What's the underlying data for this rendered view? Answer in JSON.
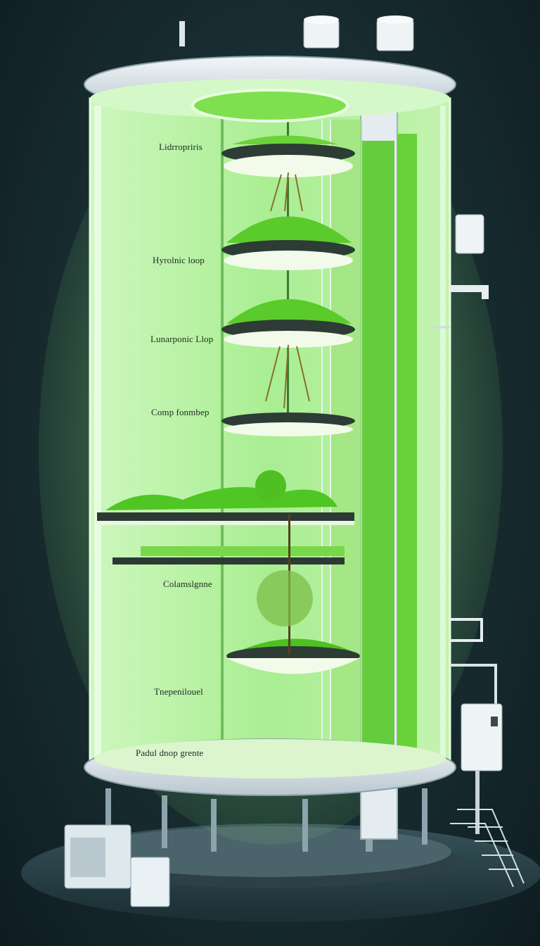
{
  "labels": [
    {
      "id": "l1",
      "text": "Lidrropriris"
    },
    {
      "id": "l2",
      "text": "Hyrolnic loop"
    },
    {
      "id": "l3",
      "text": "Lunarponic Llop"
    },
    {
      "id": "l4",
      "text": "Comp fonmbep"
    },
    {
      "id": "l5",
      "text": "Colamslgnne"
    },
    {
      "id": "l6",
      "text": "Tnepenilouel"
    },
    {
      "id": "l7",
      "text": "Padul dnop grente"
    }
  ],
  "colors": {
    "glass_glow": "#b8f5a8",
    "plant_green": "#5ad12a",
    "frame": "#dce6ec",
    "background": "#1a3034"
  },
  "icons": [
    "hydroponic-tower",
    "plant-tray",
    "water-pipe",
    "control-box",
    "stairs",
    "ac-unit"
  ]
}
